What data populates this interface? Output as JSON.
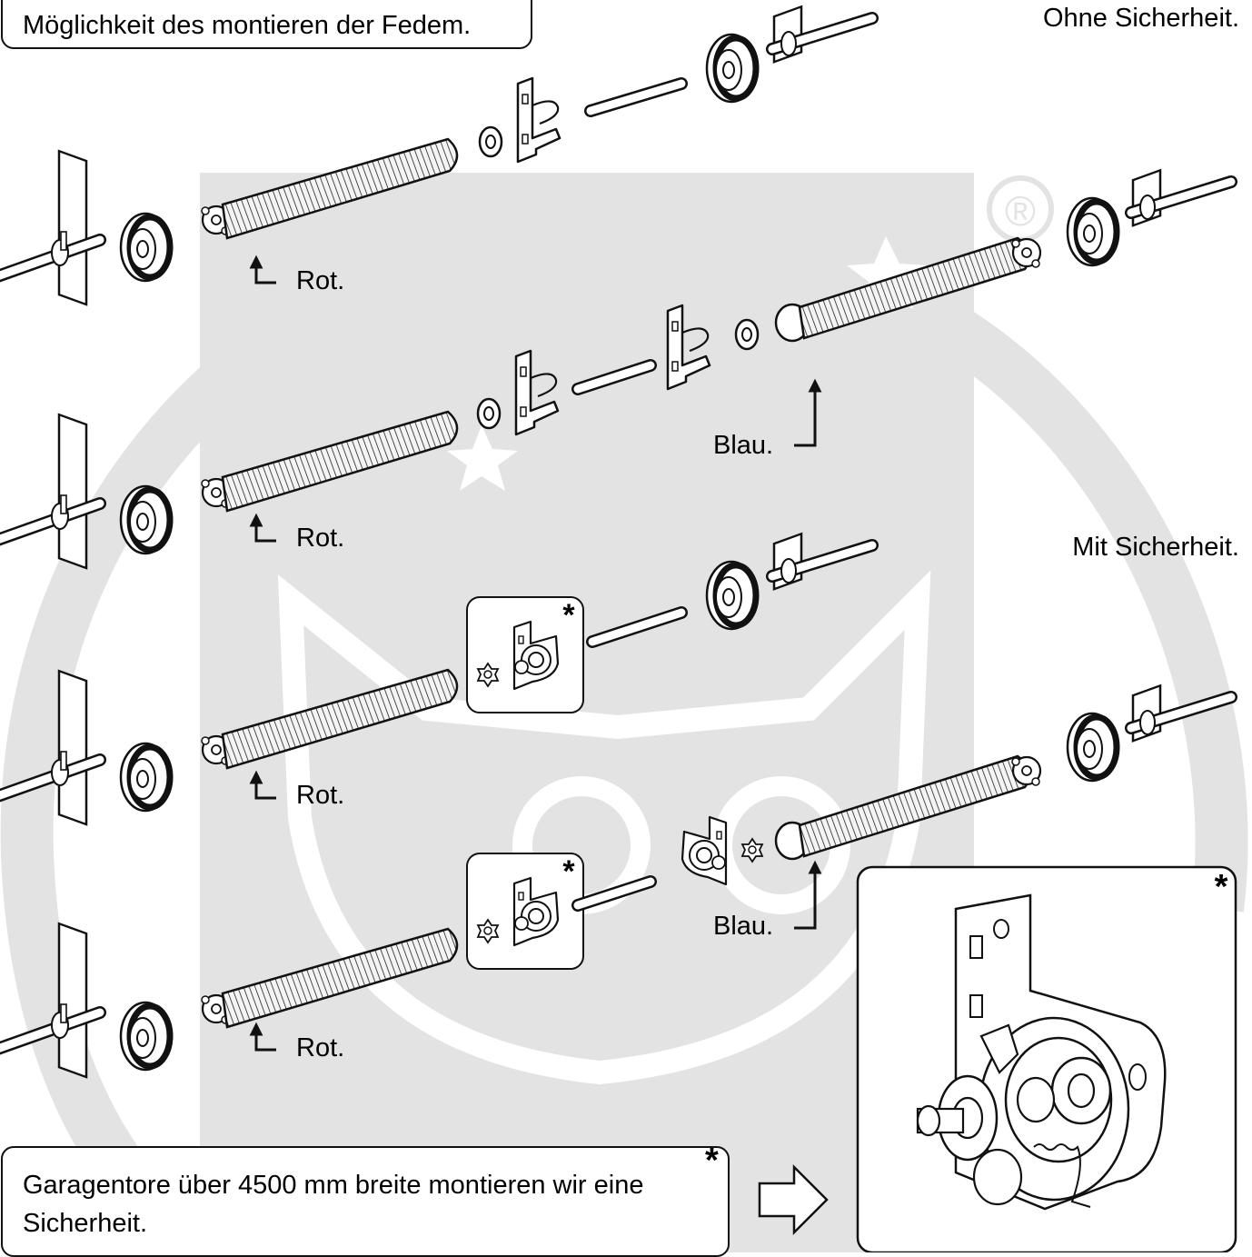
{
  "title": "Möglichkeit des montieren der Fedem.",
  "section_without": "Ohne Sicherheit.",
  "section_with": "Mit Sicherheit.",
  "label_red": "Rot.",
  "label_blue": "Blau.",
  "note": "Garagentore über 4500 mm breite montieren wir eine\nSicherheit.",
  "asterisk": "*",
  "watermark_mark": "®",
  "colors": {
    "line": "#111111",
    "watermark": "#e3e3e3",
    "spring": "#f4f4f4"
  },
  "icons": [
    "bearing-bracket-icon",
    "cable-drum-icon",
    "torsion-spring-icon",
    "spring-cone-icon",
    "center-bracket-icon",
    "bearing-ring-icon",
    "shaft-icon",
    "safety-device-icon",
    "arrow-right-icon"
  ]
}
